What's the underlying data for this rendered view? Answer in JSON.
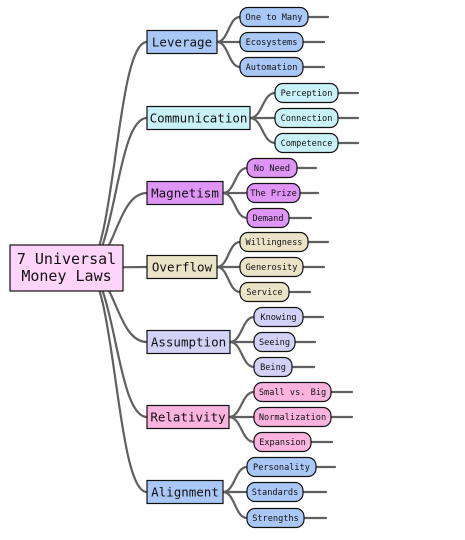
{
  "root": {
    "label": [
      "7 Universal",
      "Money Laws"
    ],
    "color": "#ffd4fb"
  },
  "branches": [
    {
      "label": "Leverage",
      "color": "#a9c8f8",
      "leaves": [
        "One to Many",
        "Ecosystems",
        "Automation"
      ]
    },
    {
      "label": "Communication",
      "color": "#c9f1f8",
      "leaves": [
        "Perception",
        "Connection",
        "Competence"
      ]
    },
    {
      "label": "Magnetism",
      "color": "#df95f5",
      "leaves": [
        "No Need",
        "The Prize",
        "Demand"
      ]
    },
    {
      "label": "Overflow",
      "color": "#eae3c7",
      "leaves": [
        "Willingness",
        "Generosity",
        "Service"
      ]
    },
    {
      "label": "Assumption",
      "color": "#d2d1f8",
      "leaves": [
        "Knowing",
        "Seeing",
        "Being"
      ]
    },
    {
      "label": "Relativity",
      "color": "#fcb4df",
      "leaves": [
        "Small vs. Big",
        "Normalization",
        "Expansion"
      ]
    },
    {
      "label": "Alignment",
      "color": "#a9c8f8",
      "leaves": [
        "Personality",
        "Standards",
        "Strengths"
      ]
    }
  ]
}
